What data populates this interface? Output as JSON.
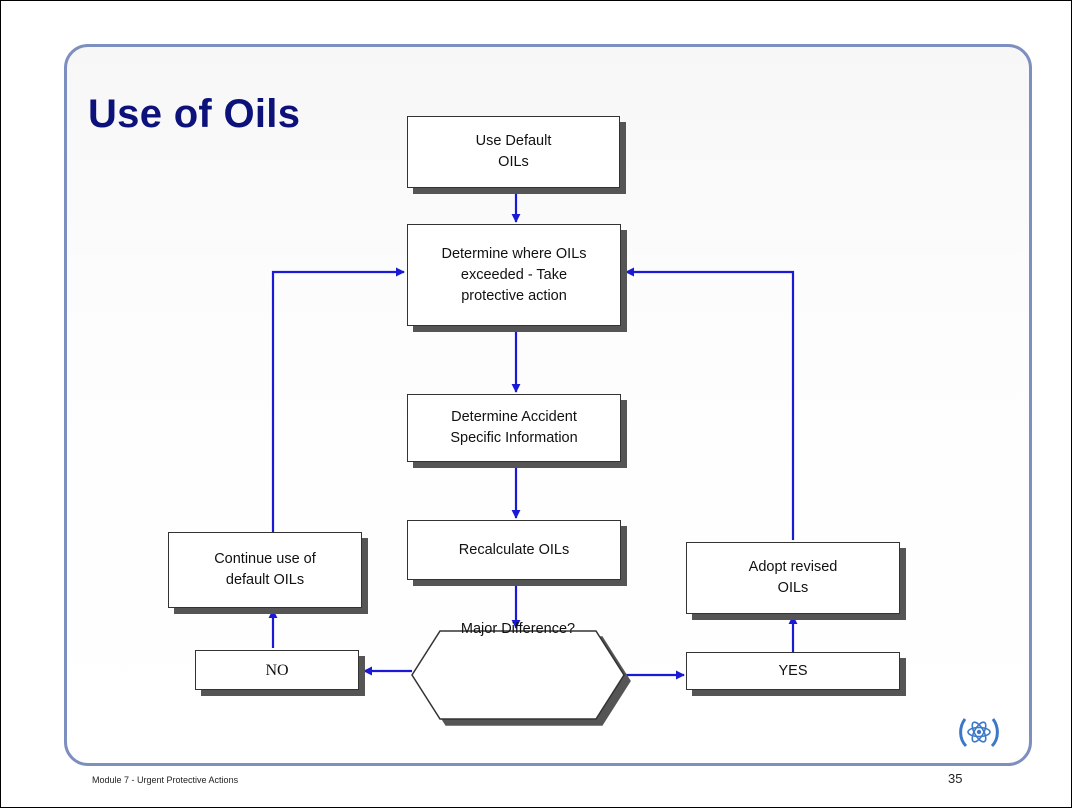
{
  "slide": {
    "title": "Use of Oils",
    "footer_text": "Module 7 - Urgent Protective Actions",
    "page_number": "35"
  },
  "flowchart": {
    "use_default": [
      "Use Default",
      "OILs"
    ],
    "determine_exceeded": [
      "Determine where OILs",
      "exceeded - Take",
      "protective action"
    ],
    "determine_accident": [
      "Determine Accident",
      "Specific Information"
    ],
    "recalculate": "Recalculate OILs",
    "decision": "Major Difference?",
    "no_label": "NO",
    "yes_label": "YES",
    "continue_default": [
      "Continue use of",
      "default OILs"
    ],
    "adopt_revised": [
      "Adopt revised",
      "OILs"
    ]
  },
  "colors": {
    "title": "#0c127a",
    "arrows": "#1a1ad6",
    "panel_border": "#7d8fbf",
    "logo": "#3b78c8"
  },
  "icons": {
    "logo": "iaea-atom-logo"
  }
}
